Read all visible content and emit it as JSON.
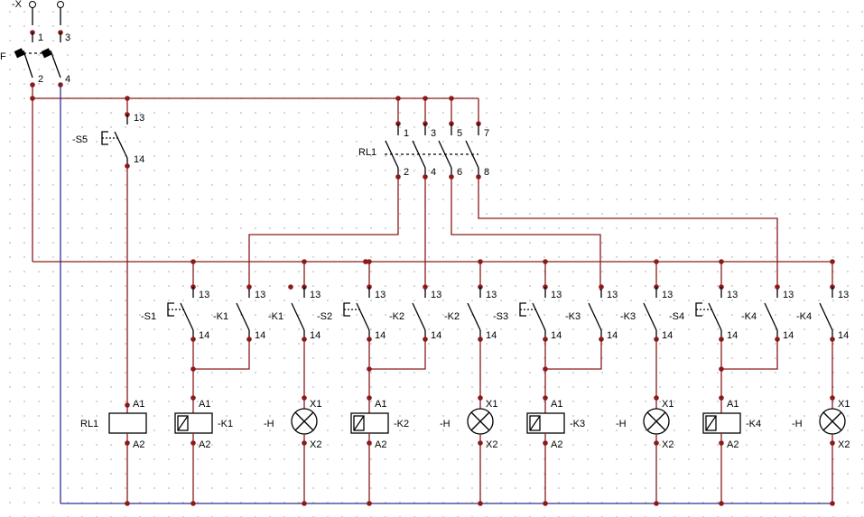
{
  "supply": {
    "tag": "-X",
    "terminal_1": "1",
    "terminal_3": "3"
  },
  "breaker": {
    "tag": "F",
    "pin_1": "1",
    "pin_2": "2",
    "pin_3": "3",
    "pin_4": "4"
  },
  "switch_s5": {
    "tag": "-S5",
    "pin_top": "13",
    "pin_bottom": "14"
  },
  "relay_rl1": {
    "tag": "RL1",
    "contacts": [
      {
        "in": "1",
        "out": "2"
      },
      {
        "in": "3",
        "out": "4"
      },
      {
        "in": "5",
        "out": "6"
      },
      {
        "in": "7",
        "out": "8"
      }
    ]
  },
  "relay_coil": {
    "tag": "RL1",
    "a1": "A1",
    "a2": "A2"
  },
  "groups": [
    {
      "switch": "-S1",
      "contactor": "-K1"
    },
    {
      "switch": "-S2",
      "contactor": "-K2"
    },
    {
      "switch": "-S3",
      "contactor": "-K3"
    },
    {
      "switch": "-S4",
      "contactor": "-K4"
    }
  ],
  "contact_pins": {
    "top": "13",
    "bottom": "14"
  },
  "coil_pins": {
    "top": "A1",
    "bottom": "A2"
  },
  "lamp": {
    "tag": "-H",
    "top": "X1",
    "bottom": "X2"
  },
  "colors": {
    "wire": "#8b1a1a",
    "neutral": "#2f2f9c",
    "symbol": "#000000",
    "grid_dot": "#c8c8c8"
  }
}
